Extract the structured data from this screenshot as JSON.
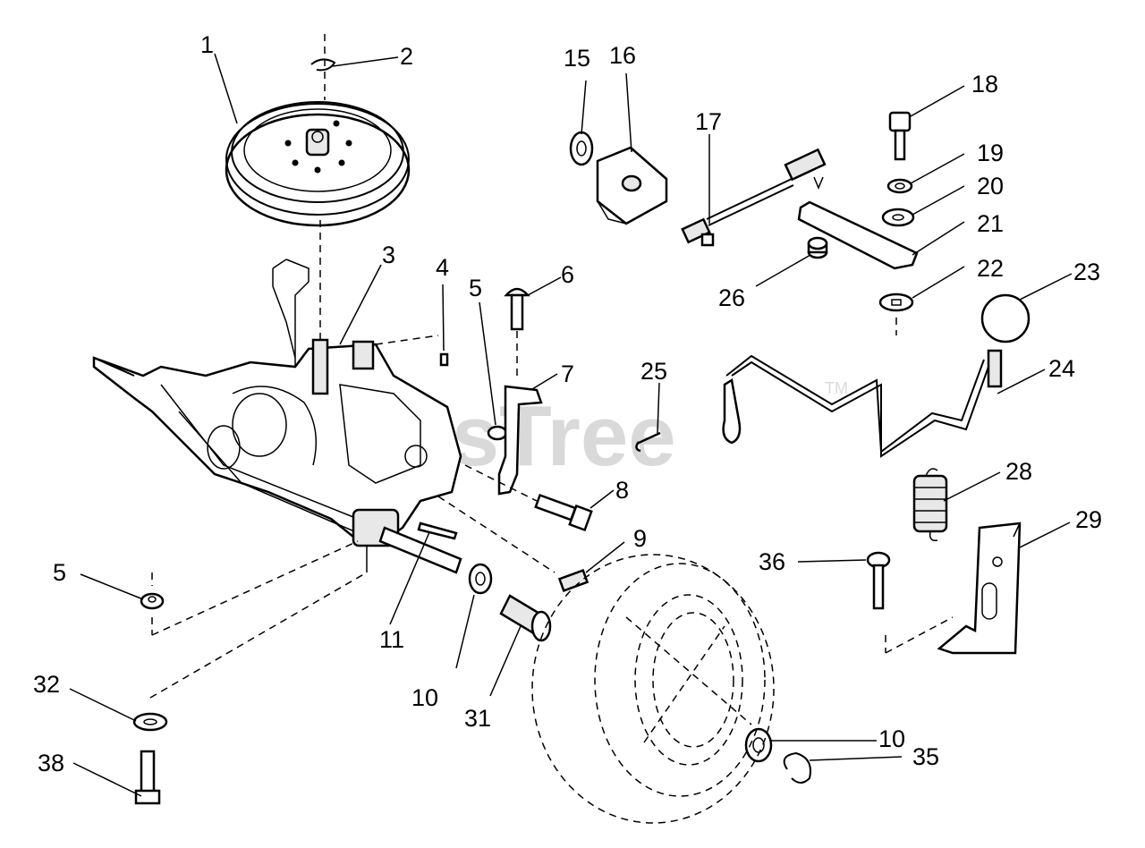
{
  "watermark": {
    "text": "PartsTree",
    "trademark": "TM"
  },
  "callouts": [
    {
      "id": "c1",
      "label": "1"
    },
    {
      "id": "c2",
      "label": "2"
    },
    {
      "id": "c3",
      "label": "3"
    },
    {
      "id": "c4",
      "label": "4"
    },
    {
      "id": "c5a",
      "label": "5"
    },
    {
      "id": "c5b",
      "label": "5"
    },
    {
      "id": "c6",
      "label": "6"
    },
    {
      "id": "c7",
      "label": "7"
    },
    {
      "id": "c8",
      "label": "8"
    },
    {
      "id": "c9",
      "label": "9"
    },
    {
      "id": "c10a",
      "label": "10"
    },
    {
      "id": "c10b",
      "label": "10"
    },
    {
      "id": "c11",
      "label": "11"
    },
    {
      "id": "c15",
      "label": "15"
    },
    {
      "id": "c16",
      "label": "16"
    },
    {
      "id": "c17",
      "label": "17"
    },
    {
      "id": "c18",
      "label": "18"
    },
    {
      "id": "c19",
      "label": "19"
    },
    {
      "id": "c20",
      "label": "20"
    },
    {
      "id": "c21",
      "label": "21"
    },
    {
      "id": "c22",
      "label": "22"
    },
    {
      "id": "c23",
      "label": "23"
    },
    {
      "id": "c24",
      "label": "24"
    },
    {
      "id": "c25",
      "label": "25"
    },
    {
      "id": "c26",
      "label": "26"
    },
    {
      "id": "c28",
      "label": "28"
    },
    {
      "id": "c29",
      "label": "29"
    },
    {
      "id": "c31",
      "label": "31"
    },
    {
      "id": "c32",
      "label": "32"
    },
    {
      "id": "c35",
      "label": "35"
    },
    {
      "id": "c36",
      "label": "36"
    },
    {
      "id": "c38",
      "label": "38"
    }
  ]
}
